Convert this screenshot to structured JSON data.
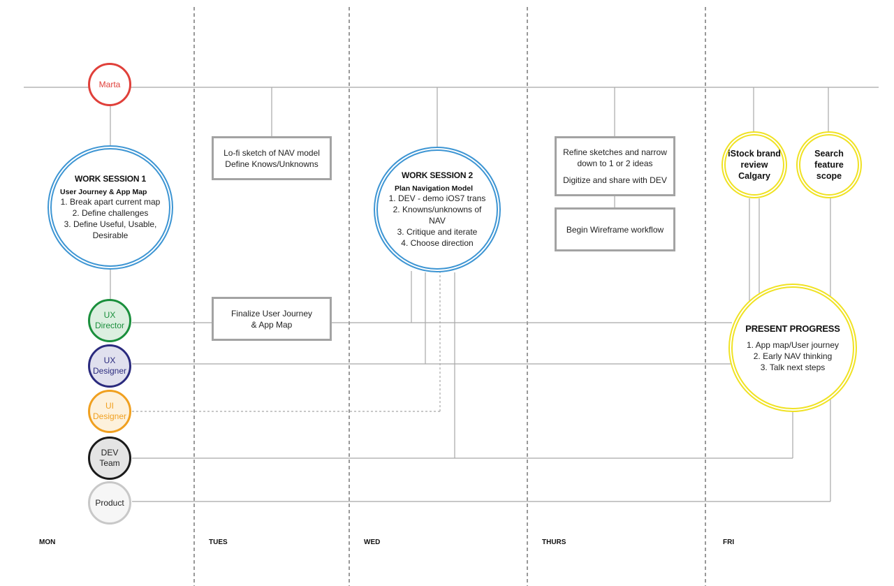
{
  "people": {
    "marta": "Marta",
    "ux_director": [
      "UX",
      "Director"
    ],
    "ux_designer": [
      "UX",
      "Designer"
    ],
    "ui_designer": [
      "UI",
      "Designer"
    ],
    "dev_team": [
      "DEV",
      "Team"
    ],
    "product": "Product"
  },
  "colors": {
    "marta": "#e0403a",
    "ux_director": "#1a8f3c",
    "ux_designer": "#2b2b7e",
    "ui_designer": "#f0a020",
    "dev_team": "#1a1a1a",
    "product": "#c8c8c8",
    "session_border": "#3d95d3",
    "highlight_border": "#f0e223"
  },
  "work_session_1": {
    "title": "WORK SESSION 1",
    "subtitle": "User Journey & App Map",
    "items": [
      "1. Break apart current map",
      "2. Define challenges",
      "3. Define Useful, Usable,",
      "Desirable"
    ]
  },
  "work_session_2": {
    "title": "WORK SESSION 2",
    "subtitle": "Plan Navigation Model",
    "items": [
      "1. DEV - demo iOS7 trans",
      "2. Knowns/unknowns of NAV",
      "3. Critique and iterate",
      "4. Choose direction"
    ]
  },
  "boxes": {
    "lofi": [
      "Lo-fi sketch of NAV model",
      "Define Knows/Unknowns"
    ],
    "finalize": [
      "Finalize User Journey",
      "& App Map"
    ],
    "refine": [
      "Refine sketches and narrow",
      "down to 1 or 2 ideas",
      "Digitize and share with DEV"
    ],
    "wireframe": "Begin Wireframe workflow"
  },
  "istock": [
    "iStock brand",
    "review",
    "Calgary"
  ],
  "search": [
    "Search",
    "feature",
    "scope"
  ],
  "present": {
    "title": "PRESENT PROGRESS",
    "items": [
      "1. App map/User journey",
      "2. Early NAV thinking",
      "3. Talk next steps"
    ]
  },
  "days": [
    "MON",
    "TUES",
    "WED",
    "THURS",
    "FRI"
  ]
}
